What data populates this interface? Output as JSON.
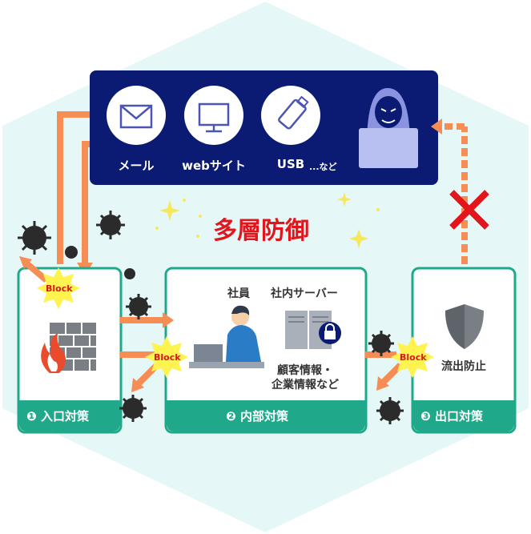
{
  "title": "多層防御",
  "attacker_panel": {
    "services": [
      "メール",
      "webサイト",
      "USB"
    ],
    "suffix": "...など"
  },
  "block_label": "Block",
  "boxes": {
    "entrance": {
      "number": "❶",
      "label": "入口対策"
    },
    "internal": {
      "number": "❷",
      "label": "内部対策",
      "employee": "社員",
      "server": "社内サーバー",
      "info_line1": "顧客情報・",
      "info_line2": "企業情報など"
    },
    "exit": {
      "number": "❸",
      "label": "出口対策",
      "leak_prevention": "流出防止"
    }
  },
  "colors": {
    "navy": "#0b1a72",
    "teal": "#1fa98a",
    "orange": "#f58d55",
    "title_red": "#e3151c",
    "background": "#e6f7f7",
    "block_star": "#fff44f"
  }
}
